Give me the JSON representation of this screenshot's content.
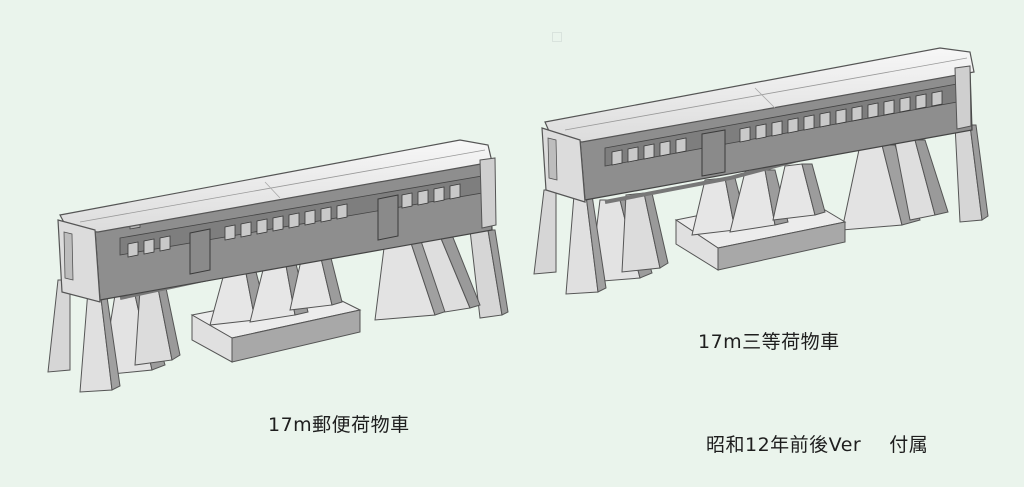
{
  "background_color": "#eaf4ec",
  "models": [
    {
      "id": "model-1",
      "name": "17m郵便荷物車",
      "caption": "17m郵便荷物車",
      "colors": {
        "roof": "#ececec",
        "body": "#8c8c8c",
        "stand": "#d9d9d9",
        "stand_shade": "#9a9a9a"
      }
    },
    {
      "id": "model-2",
      "name": "17m三等荷物車",
      "caption": "17m三等荷物車",
      "colors": {
        "roof": "#ececec",
        "body": "#8c8c8c",
        "stand": "#d9d9d9",
        "stand_shade": "#9a9a9a"
      }
    }
  ],
  "note": {
    "era_label": "昭和12年前後Ver",
    "accessory_label": "付属"
  }
}
